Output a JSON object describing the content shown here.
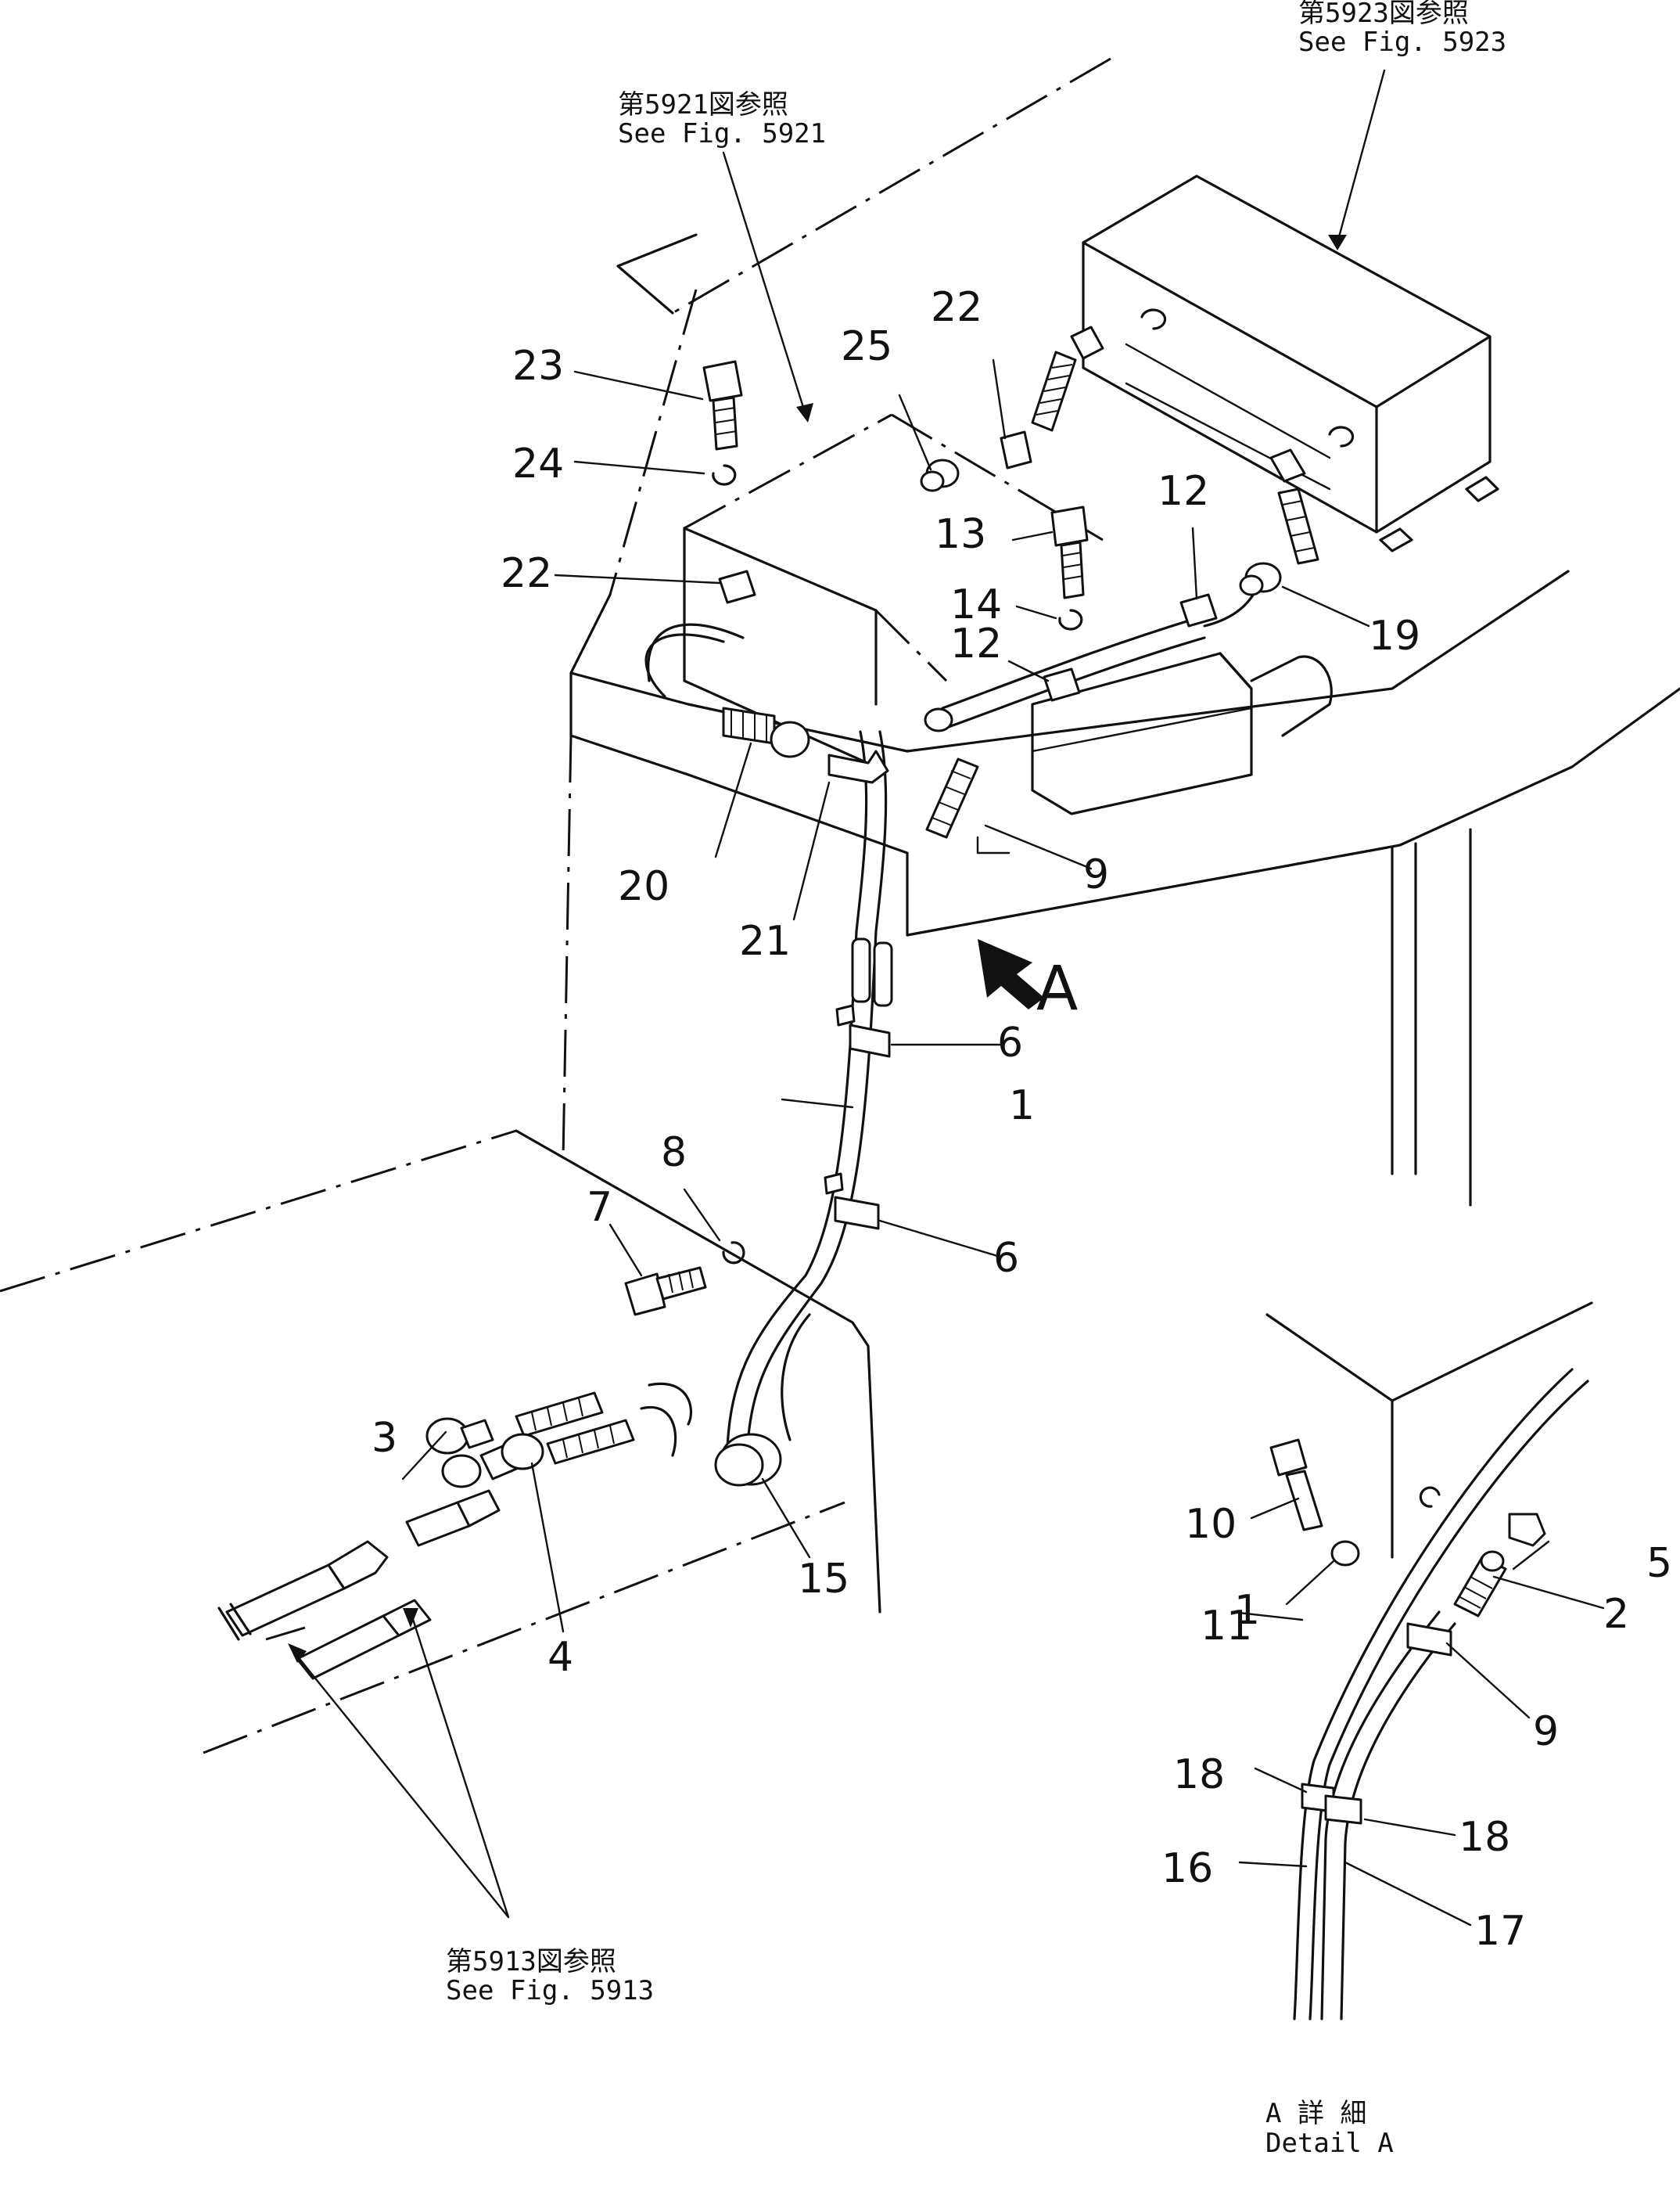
{
  "refs": {
    "fig5923_jp": "第5923図参照",
    "fig5923_en": "See  Fig. 5923",
    "fig5921_jp": "第5921図参照",
    "fig5921_en": "See  Fig. 5921",
    "fig5913_jp": "第5913図参照",
    "fig5913_en": "See  Fig. 5913",
    "detail_jp": "A 詳 細",
    "detail_en": "Detail  A"
  },
  "view_arrow_label": "A",
  "part_numbers": [
    "1",
    "2",
    "3",
    "4",
    "5",
    "6",
    "7",
    "8",
    "9",
    "10",
    "11",
    "12",
    "13",
    "14",
    "15",
    "16",
    "17",
    "18",
    "19",
    "20",
    "21",
    "22",
    "23",
    "24",
    "25"
  ]
}
